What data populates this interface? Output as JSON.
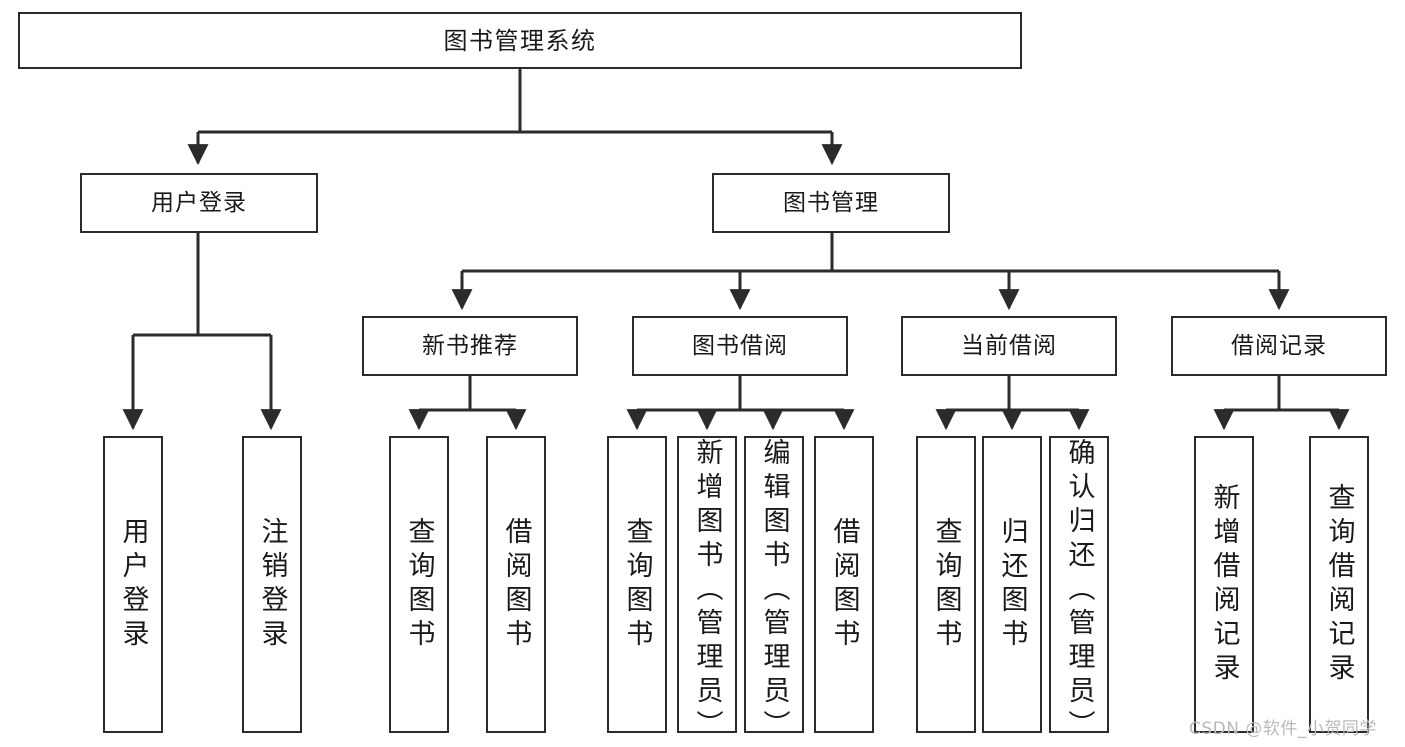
{
  "diagram": {
    "title": "图书管理系统",
    "type": "tree-hierarchy-diagram",
    "root": {
      "label": "图书管理系统"
    },
    "level2": [
      {
        "label": "用户登录"
      },
      {
        "label": "图书管理"
      }
    ],
    "level3": [
      {
        "label": "新书推荐"
      },
      {
        "label": "图书借阅"
      },
      {
        "label": "当前借阅"
      },
      {
        "label": "借阅记录"
      }
    ],
    "leaves": [
      {
        "label": "用户登录",
        "parent": "用户登录"
      },
      {
        "label": "注销登录",
        "parent": "用户登录"
      },
      {
        "label": "查询图书",
        "parent": "新书推荐"
      },
      {
        "label": "借阅图书",
        "parent": "新书推荐"
      },
      {
        "label": "查询图书",
        "parent": "图书借阅"
      },
      {
        "label": "新增图书（管理员）",
        "parent": "图书借阅"
      },
      {
        "label": "编辑图书（管理员）",
        "parent": "图书借阅"
      },
      {
        "label": "借阅图书",
        "parent": "图书借阅"
      },
      {
        "label": "查询图书",
        "parent": "当前借阅"
      },
      {
        "label": "归还图书",
        "parent": "当前借阅"
      },
      {
        "label": "确认归还（管理员）",
        "parent": "当前借阅"
      },
      {
        "label": "新增借阅记录",
        "parent": "借阅记录"
      },
      {
        "label": "查询借阅记录",
        "parent": "借阅记录"
      }
    ],
    "watermark": "CSDN @软件_小贺同学",
    "colors": {
      "stroke": "#2b2b2b",
      "background": "#ffffff",
      "text": "#1a1a1a",
      "watermark": "#b9b9b9"
    }
  }
}
